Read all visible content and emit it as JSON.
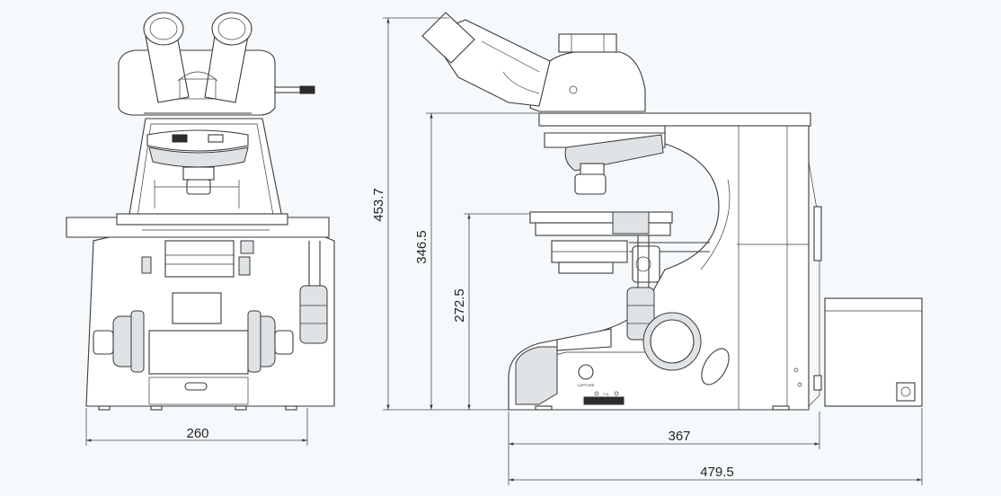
{
  "dimensions": {
    "front_width": "260",
    "total_height": "453.7",
    "stage_height": "346.5",
    "lower_height": "272.5",
    "base_depth": "367",
    "total_depth": "479.5"
  },
  "side_labels": {
    "capture": "CAPTURE",
    "fa": "F.A."
  },
  "colors": {
    "background": "#f6f9fb",
    "line": "#3a3a3a",
    "fill": "#ffffff"
  }
}
